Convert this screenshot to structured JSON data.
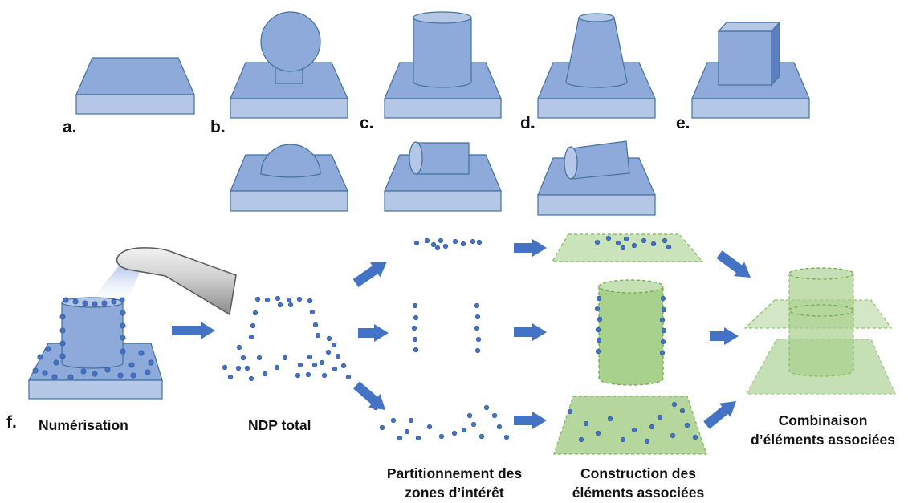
{
  "colors": {
    "blue_top": "#8eaadb",
    "blue_side": "#b4c7e7",
    "blue_edge": "#41719c",
    "point": "#4472c4",
    "arrow": "#4472c4",
    "green_fill": "#a9d18e",
    "green_light": "#c5e0b4",
    "green_edge": "#70ad47",
    "scanner_grey": "#bfbfbf"
  },
  "geometry_labels": {
    "a": "a.",
    "b": "b.",
    "c": "c.",
    "d": "d.",
    "e": "e.",
    "f": "f."
  },
  "stages": {
    "scan": "Numérisation",
    "total": "NDP total",
    "partition_line1": "Partitionnement des",
    "partition_line2": "zones d’intérêt",
    "construction_line1": "Construction des",
    "construction_line2": "éléments associées",
    "combination_line1": "Combinaison",
    "combination_line2": "d’éléments associées"
  }
}
